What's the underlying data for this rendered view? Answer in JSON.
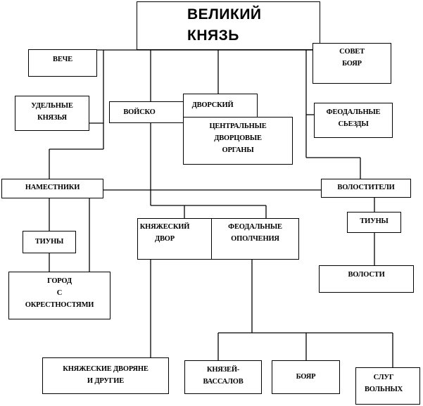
{
  "title_line1": "ВЕЛИКИЙ",
  "title_line2": "КНЯЗЬ",
  "nodes": {
    "veche": "ВЕЧЕ",
    "sovet_boyar": "СОВЕТ\nБОЯР",
    "udelnye": "УДЕЛЬНЫЕ\nКНЯЗЬЯ",
    "voysko": "ВОЙСКО",
    "dvorskiy": "ДВОРСКИЙ",
    "central": "ЦЕНТРАЛЬНЫЕ\nДВОРЦОВЫЕ\nОРГАНЫ",
    "feod_sezdy": "ФЕОДАЛЬНЫЕ\nСЬЕЗДЫ",
    "namestniki": "НАМЕСТНИКИ",
    "volosteli": "ВОЛОСТИТЕЛИ",
    "tiuny_left": "ТИУНЫ",
    "tiuny_right": "ТИУНЫ",
    "knyazh_dvor": "КНЯЖЕСКИЙ\nДВОР",
    "feod_opolch": "ФЕОДАЛЬНЫЕ\nОПОЛЧЕНИЯ",
    "gorod": "ГОРОД\nС\nОКРЕСТНОСТЯМИ",
    "volosti": "ВОЛОСТИ",
    "knyazh_dvoryane": "КНЯЖЕСКИЕ  ДВОРЯНЕ\nИ ДРУГИЕ",
    "knyazey_vassalov": "КНЯЗЕЙ-\nВАССАЛОВ",
    "boyar": "БОЯР",
    "slug_volnyh": "СЛУГ\nВОЛЬНЫХ"
  }
}
